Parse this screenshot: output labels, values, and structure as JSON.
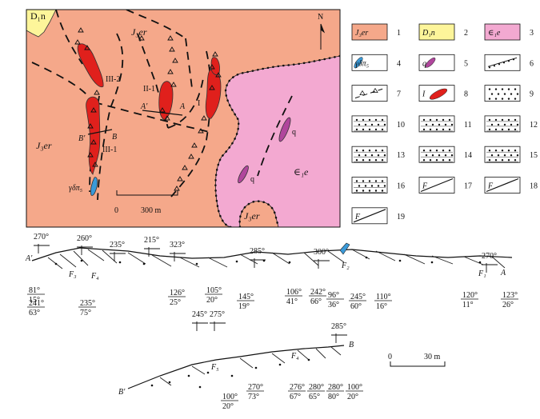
{
  "map": {
    "labels": {
      "d1n_corner": "D₁n",
      "j3er_top": "J₃er",
      "j3er_left": "J₃er",
      "j3er_bottom": "J₃er",
      "e1e_right": "∈₁e",
      "north": "N",
      "orebody_iii2": "III-2",
      "orebody_ii1": "II-1",
      "orebody_iii1": "III-1",
      "orebody_i": "I",
      "point_a_prime": "A'",
      "point_a": "A",
      "point_b_prime": "B'",
      "point_b": "B",
      "q_upper": "q",
      "q_lower": "q",
      "granodiorite": "γδπ₅",
      "scale_zero": "0",
      "scale_len": "300 m"
    },
    "colors": {
      "j3er": "#f5a88a",
      "d1n": "#fdf59a",
      "e1e": "#f3a9d1",
      "orebody": "#e0201c",
      "quartz": "#b0469c",
      "dike": "#3a9ad9"
    }
  },
  "legend": [
    {
      "n": "1",
      "label": "J₃er"
    },
    {
      "n": "2",
      "label": "D₁n"
    },
    {
      "n": "3",
      "label": "∈₁e"
    },
    {
      "n": "4",
      "label": "γδπ₅"
    },
    {
      "n": "5",
      "label": "q"
    },
    {
      "n": "6",
      "label": ""
    },
    {
      "n": "7",
      "label": ""
    },
    {
      "n": "8",
      "label": "I"
    },
    {
      "n": "9",
      "label": ""
    },
    {
      "n": "10",
      "label": ""
    },
    {
      "n": "11",
      "label": ""
    },
    {
      "n": "12",
      "label": ""
    },
    {
      "n": "13",
      "label": ""
    },
    {
      "n": "14",
      "label": ""
    },
    {
      "n": "15",
      "label": ""
    },
    {
      "n": "16",
      "label": ""
    },
    {
      "n": "17",
      "label": "F"
    },
    {
      "n": "18",
      "label": "F"
    },
    {
      "n": "19",
      "label": "F"
    }
  ],
  "sectionA": {
    "start": "A'",
    "end": "A",
    "azimuths": [
      "270°",
      "260°",
      "235°",
      "215°",
      "323°",
      "285°",
      "300°",
      "270°"
    ],
    "faults": [
      "F₃",
      "F₄",
      "F₂",
      "F₁"
    ],
    "attitudes": [
      {
        "dir": "81°",
        "dip": "15°"
      },
      {
        "dir": "241°",
        "dip": "63°"
      },
      {
        "dir": "235°",
        "dip": "75°"
      },
      {
        "dir": "126°",
        "dip": "25°"
      },
      {
        "dir": "105°",
        "dip": "20°"
      },
      {
        "dir": "145°",
        "dip": "19°"
      },
      {
        "dir": "106°",
        "dip": "41°"
      },
      {
        "dir": "242°",
        "dip": "66°"
      },
      {
        "dir": "96°",
        "dip": "36°"
      },
      {
        "dir": "245°",
        "dip": "60°"
      },
      {
        "dir": "110°",
        "dip": "16°"
      },
      {
        "dir": "120°",
        "dip": "11°"
      },
      {
        "dir": "123°",
        "dip": "26°"
      }
    ]
  },
  "sectionB": {
    "start": "B'",
    "end": "B",
    "azimuths": [
      "245°",
      "275°",
      "285°"
    ],
    "faults": [
      "F₅",
      "F₄"
    ],
    "attitudes": [
      {
        "dir": "100°",
        "dip": "20°"
      },
      {
        "dir": "270°",
        "dip": "73°"
      },
      {
        "dir": "276°",
        "dip": "67°"
      },
      {
        "dir": "280°",
        "dip": "65°"
      },
      {
        "dir": "280°",
        "dip": "80°"
      },
      {
        "dir": "100°",
        "dip": "20°"
      }
    ],
    "scale_zero": "0",
    "scale_len": "30 m"
  }
}
